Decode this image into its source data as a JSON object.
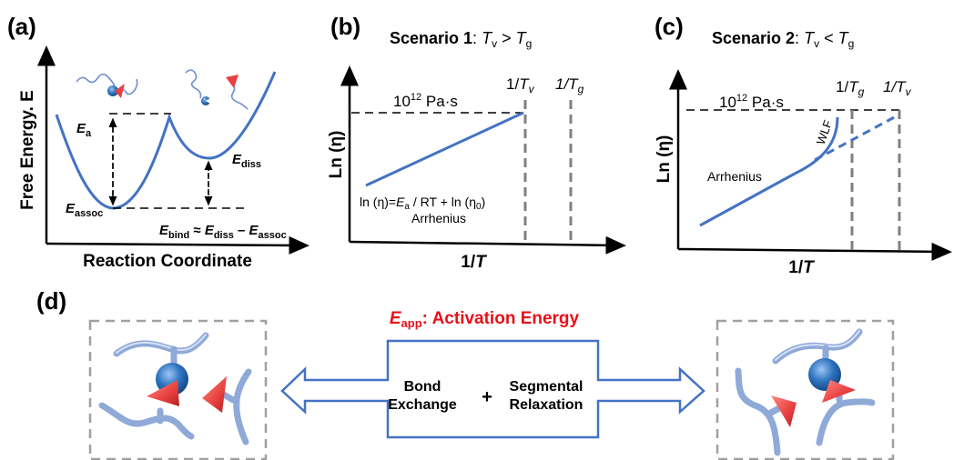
{
  "panels": {
    "a": {
      "label": "(a)",
      "ylabel": "Free Energy. E",
      "xlabel": "Reaction Coordinate",
      "e_a": {
        "main": "E",
        "sub": "a"
      },
      "e_diss": {
        "main": "E",
        "sub": "diss"
      },
      "e_assoc": {
        "main": "E",
        "sub": "assoc"
      },
      "e_bind_eq": {
        "p1": "E",
        "s1": "bind",
        "op1": " ≈ ",
        "p2": "E",
        "s2": "diss",
        "op2": " – ",
        "p3": "E",
        "s3": "assoc"
      }
    },
    "b": {
      "label": "(b)",
      "title_bold": "Scenario 1",
      "title_rest": ": ",
      "cond": {
        "t1": "T",
        "s1": "v",
        "op": " > ",
        "t2": "T",
        "s2": "g"
      },
      "ylabel": "Ln (η)",
      "xlabel_pre": "1/",
      "xlabel_var": "T",
      "viscosity_label": {
        "base": "10",
        "exp": "12",
        "unit": " Pa·s"
      },
      "vline1": {
        "pre": "1/",
        "var": "T",
        "sub": "v"
      },
      "vline2": {
        "pre": "1/",
        "var": "T",
        "sub": "g"
      },
      "equation": {
        "pre": "ln (η)=",
        "var": "E",
        "sub": "a",
        "mid": " / RT + ln (η",
        "sub2": "0",
        "post": ")"
      },
      "curve_label": "Arrhenius"
    },
    "c": {
      "label": "(c)",
      "title_bold": "Scenario 2",
      "title_rest": ": ",
      "cond": {
        "t1": "T",
        "s1": "v",
        "op": " < ",
        "t2": "T",
        "s2": "g"
      },
      "ylabel": "Ln (η)",
      "xlabel_pre": "1/",
      "xlabel_var": "T",
      "viscosity_label": {
        "base": "10",
        "exp": "12",
        "unit": " Pa·s"
      },
      "vline1": {
        "pre": "1/",
        "var": "T",
        "sub": "g"
      },
      "vline2": {
        "pre": "1/",
        "var": "T",
        "sub": "v"
      },
      "curve_label_wlf": "WLF",
      "curve_label_arr": "Arrhenius"
    },
    "d": {
      "label": "(d)",
      "heading": {
        "main": "E",
        "sub": "app",
        "rest": ": Activation Energy"
      },
      "box_left": {
        "l1": "Bond",
        "l2": "Exchange"
      },
      "plus": "+",
      "box_right": {
        "l1": "Segmental",
        "l2": "Relaxation"
      }
    }
  },
  "colors": {
    "curve": "#4472c4",
    "heading_red": "#e8101a",
    "chain": "#8fa9d8",
    "ligand_red": "#e84040",
    "metal_blue": "#2f74c0",
    "guide_gray": "#808080"
  }
}
